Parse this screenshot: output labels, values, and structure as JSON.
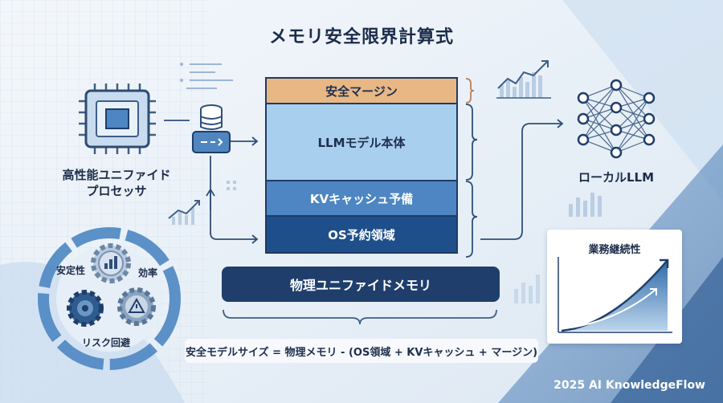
{
  "title": "メモリ安全限界計算式",
  "stack": {
    "safety_margin": "安全マージン",
    "llm_model": "LLMモデル本体",
    "kv_cache": "KVキャッシュ予備",
    "os_reserved": "OS予約領域"
  },
  "physical_memory": "物理ユニファイドメモリ",
  "formula": "安全モデルサイズ = 物理メモリ - (OS領域 + KVキャッシュ + マージン)",
  "processor_label_line1": "高性能ユニファイド",
  "processor_label_line2": "プロセッサ",
  "local_llm_label": "ローカルLLM",
  "continuity_title": "業務継続性",
  "gears": {
    "stability": "安定性",
    "efficiency": "効率",
    "risk_avoidance": "リスク回避"
  },
  "footer": "2025 AI KnowledgeFlow",
  "colors": {
    "margin": "#e8b784",
    "model": "#a9cfee",
    "kv": "#4d86c2",
    "os": "#1f4f8a",
    "navy": "#1f3e6b"
  }
}
